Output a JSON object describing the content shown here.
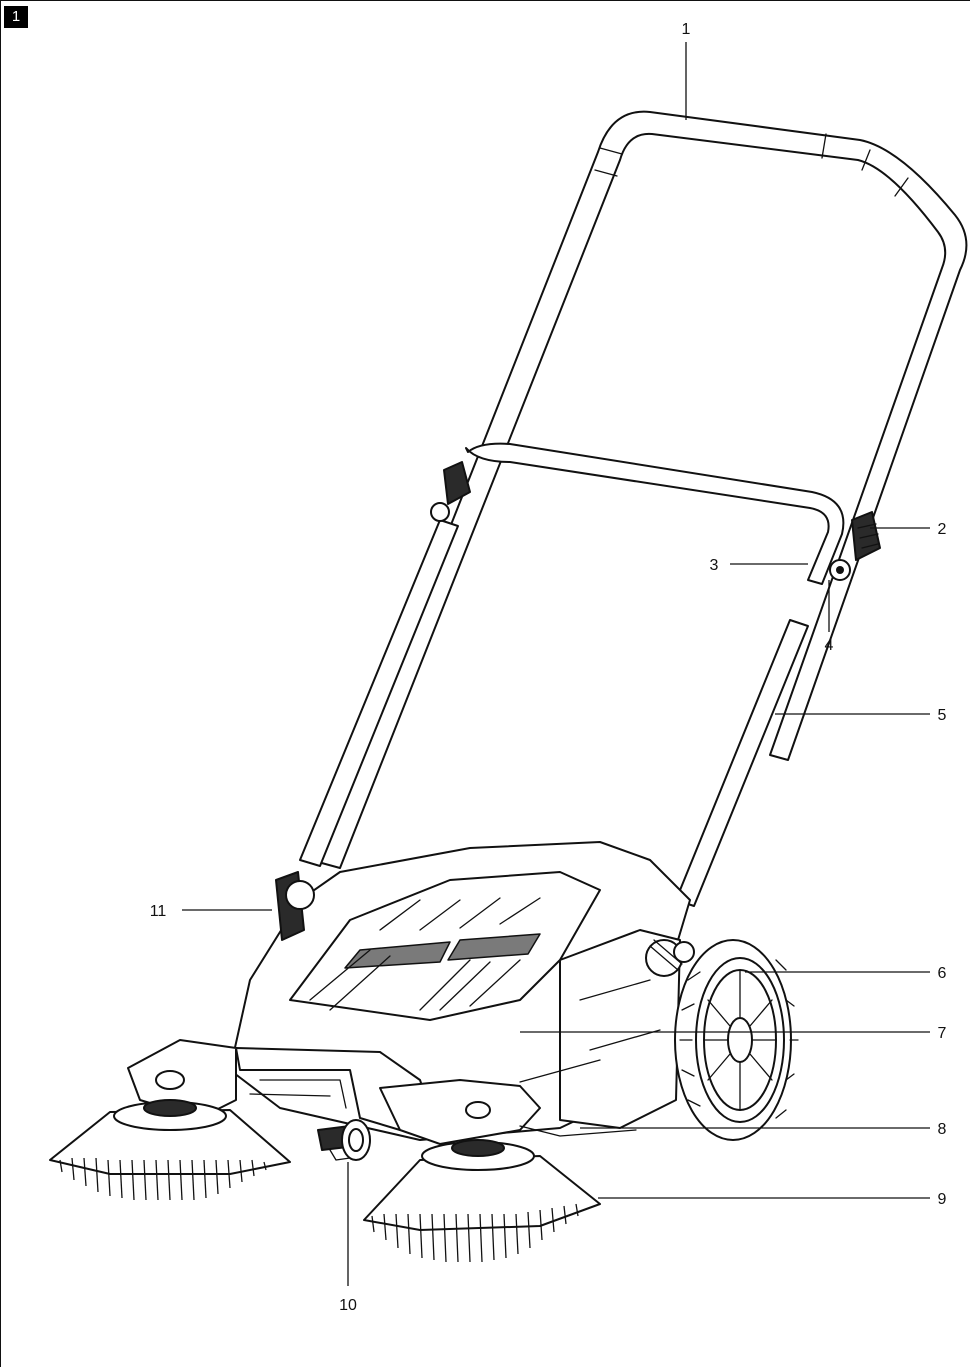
{
  "figure": {
    "number": "1"
  },
  "callouts": [
    {
      "id": "1",
      "label": "1"
    },
    {
      "id": "2",
      "label": "2"
    },
    {
      "id": "3",
      "label": "3"
    },
    {
      "id": "4",
      "label": "4"
    },
    {
      "id": "5",
      "label": "5"
    },
    {
      "id": "6",
      "label": "6"
    },
    {
      "id": "7",
      "label": "7"
    },
    {
      "id": "8",
      "label": "8"
    },
    {
      "id": "9",
      "label": "9"
    },
    {
      "id": "10",
      "label": "10"
    },
    {
      "id": "11",
      "label": "11"
    }
  ]
}
